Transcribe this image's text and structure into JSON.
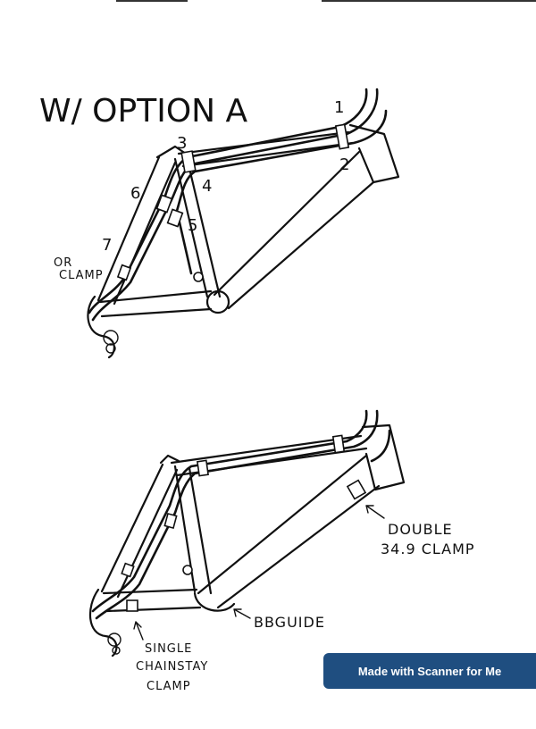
{
  "title": "W/ OPTION A",
  "labels_top": {
    "n1": "1",
    "n2": "2",
    "n3": "3",
    "n4": "4",
    "n5": "5",
    "n6": "6",
    "n7": "7",
    "or_clamp_line1": "OR",
    "or_clamp_line2": "CLAMP"
  },
  "labels_bottom": {
    "double_line1": "DOUBLE",
    "double_line2": "34.9 CLAMP",
    "bb_guide": "BBGUIDE",
    "single_line1": "SINGLE",
    "single_line2": "CHAINSTAY",
    "single_line3": "CLAMP"
  },
  "badge": "Made with Scanner for Me"
}
